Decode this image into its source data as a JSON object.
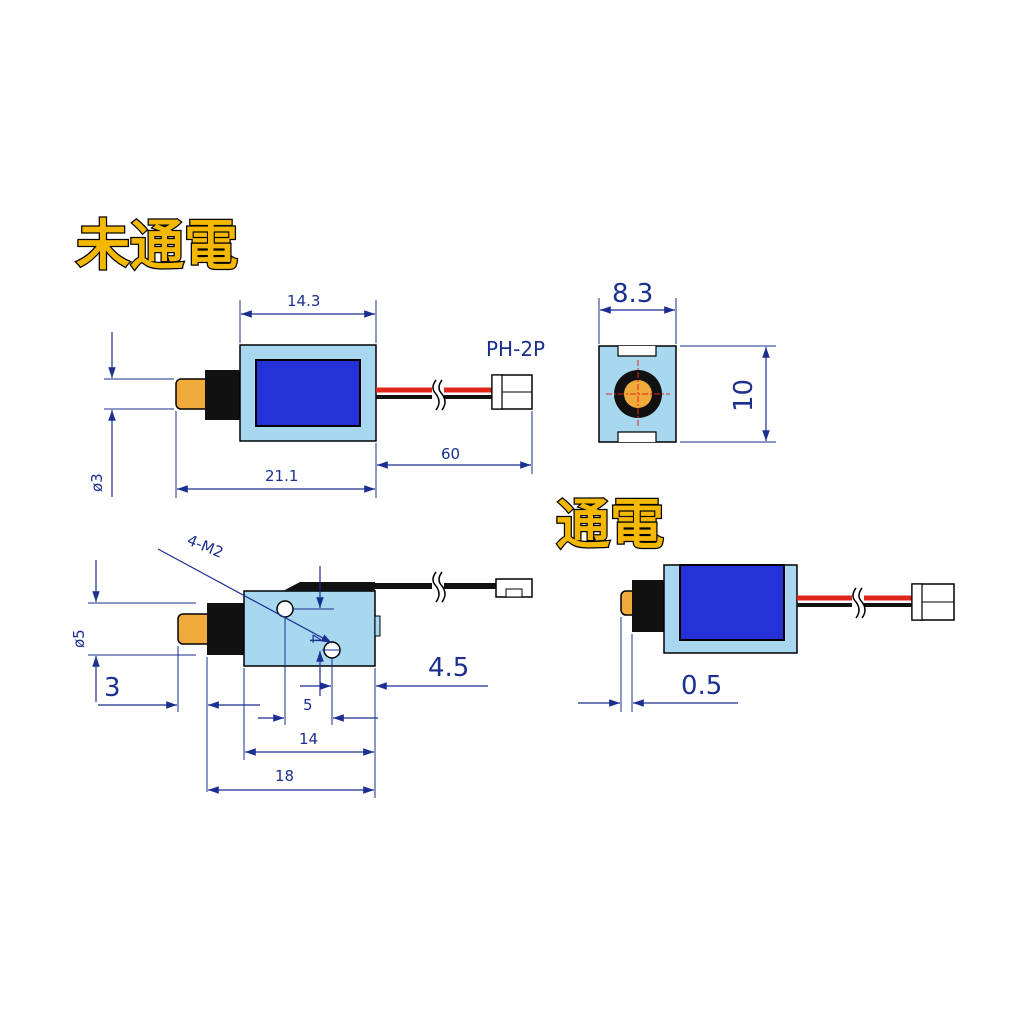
{
  "titles": {
    "off": "未通電",
    "on": "通電"
  },
  "labels": {
    "connector": "PH-2P",
    "screw": "4-M2"
  },
  "dims": {
    "body_length": "14.3",
    "total_length": "21.1",
    "wire_length": "60",
    "plunger_dia": "ø3",
    "width": "8.3",
    "height": "10",
    "collar_dia": "ø5",
    "collar_len": "3",
    "hole_spacing_v": "4",
    "hole_offset": "5",
    "hole_edge": "4.5",
    "hole_spacing_h": "14",
    "side_length": "18",
    "stroke": "0.5"
  },
  "colors": {
    "frame": "#a7d8ef",
    "coil": "#2432d8",
    "plunger": "#f1aa3c",
    "dimension": "#1a2f8f",
    "wire_red": "#e0261b",
    "wire_black": "#111111",
    "title_fill": "#f5b800"
  }
}
